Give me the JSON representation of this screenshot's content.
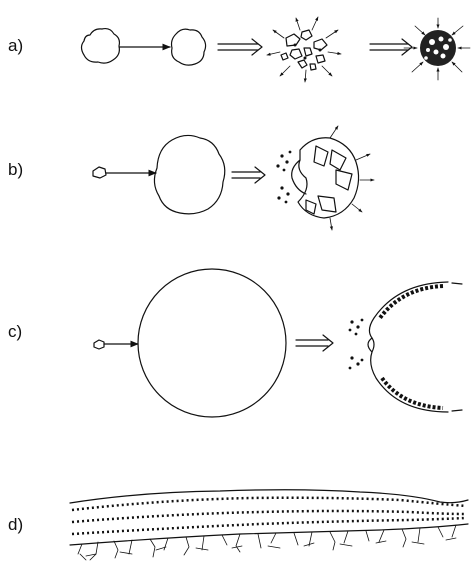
{
  "labels": {
    "a": "a)",
    "b": "b)",
    "c": "c)",
    "d": "d)"
  },
  "colors": {
    "ink": "#111111",
    "background": "#ffffff"
  }
}
